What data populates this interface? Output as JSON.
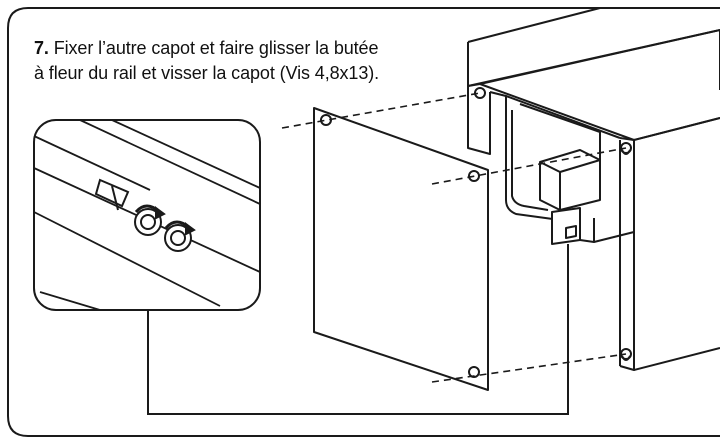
{
  "instruction": {
    "step_number": "7.",
    "line1": " Fixer l’autre capot et faire glisser la butée",
    "line2": "à fleur du rail et visser la capot (Vis 4,8x13)."
  },
  "colors": {
    "line": "#1a1a1a",
    "background": "#ffffff",
    "panel_fill": "#ffffff",
    "shade": "#e8e8e8"
  }
}
